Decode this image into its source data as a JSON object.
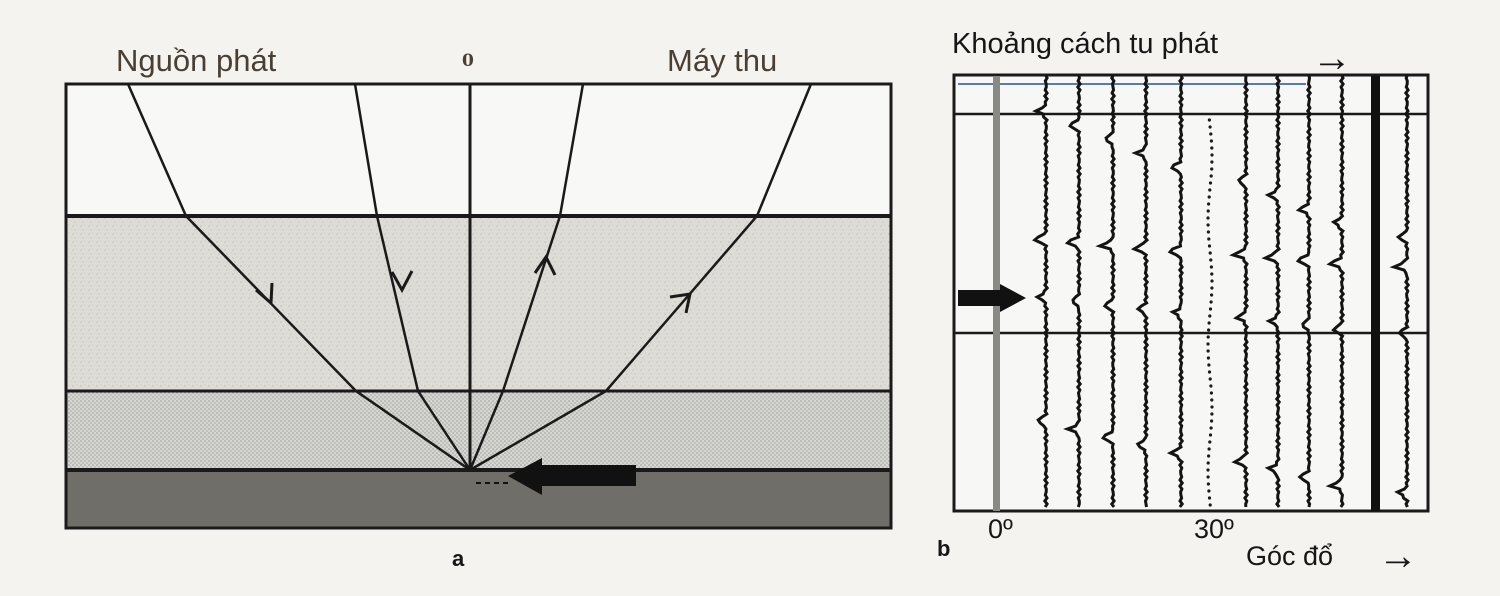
{
  "panel_a": {
    "source_label": "Nguồn phát",
    "zero_label": "0",
    "receiver_label": "Máy thu",
    "letter": "a"
  },
  "panel_b": {
    "offset_label": "Khoảng cách tu phát",
    "offset_arrow": "→",
    "angle_0_label": "0º",
    "angle_30_label": "30º",
    "dip_label": "Góc đổ",
    "dip_arrow": "→",
    "letter": "b"
  },
  "colors": {
    "ink": "#161616",
    "label_brown": "#4a3f35",
    "layer_speckled": "#d9d8d2",
    "layer_dotted": "#cfcfcb",
    "layer_base": "#6f6e69",
    "gray_trace": "#8a8a84"
  }
}
